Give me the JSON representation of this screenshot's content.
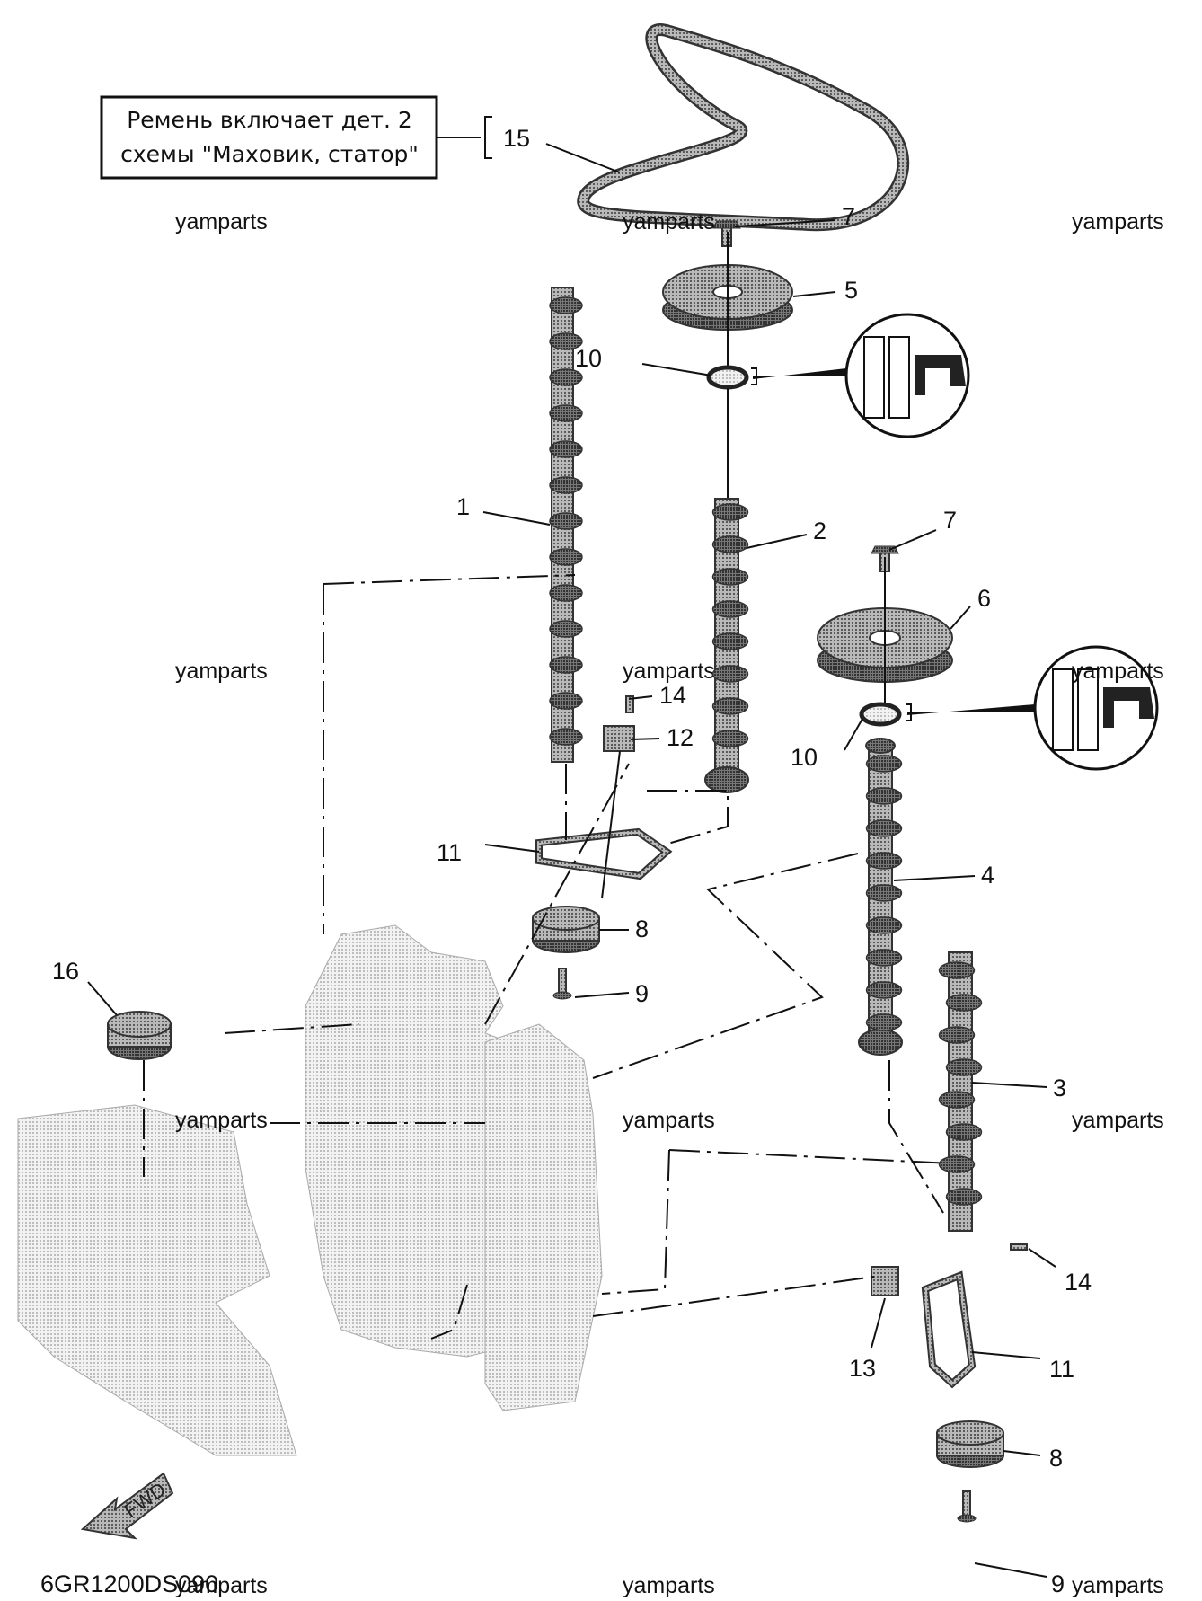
{
  "note": {
    "line1": "Ремень включает дет. 2",
    "line2": "схемы \"Маховик, статор\""
  },
  "callouts": {
    "c15": "15",
    "c7a": "7",
    "c5": "5",
    "c10a": "10",
    "c1": "1",
    "c2": "2",
    "c7b": "7",
    "c6": "6",
    "c14a": "14",
    "c12": "12",
    "c10b": "10",
    "c11a": "11",
    "c4": "4",
    "c8a": "8",
    "c16": "16",
    "c9a": "9",
    "c3": "3",
    "c14b": "14",
    "c13": "13",
    "c11b": "11",
    "c8b": "8",
    "c9b": "9"
  },
  "watermark": "yamparts",
  "drawing_code": "6GR1200DS090",
  "fwd_label": "FWD",
  "colors": {
    "line": "#111111",
    "part_fill": "#8a8a8a",
    "ghost_fill": "#c8c8c8"
  }
}
